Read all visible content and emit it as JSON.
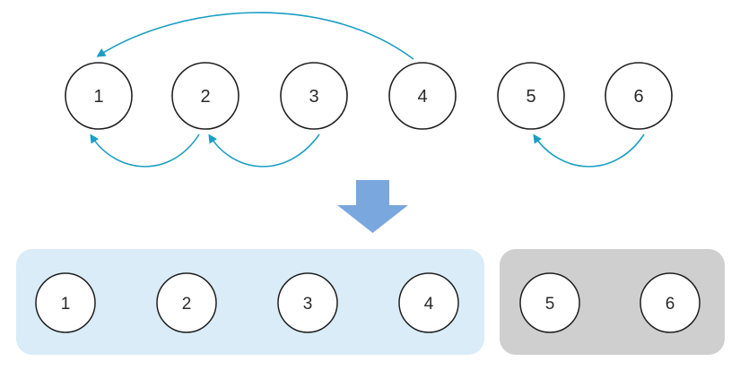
{
  "colors": {
    "edge": "#1a9ec4",
    "node_stroke": "#1f1f1f",
    "node_fill": "#ffffff",
    "arrow": "#7aa7dd",
    "group_a_bg": "#d9ecf8",
    "group_b_bg": "#cfcfcf"
  },
  "top_row": {
    "nodes": [
      {
        "id": "n1",
        "label": "1"
      },
      {
        "id": "n2",
        "label": "2"
      },
      {
        "id": "n3",
        "label": "3"
      },
      {
        "id": "n4",
        "label": "4"
      },
      {
        "id": "n5",
        "label": "5"
      },
      {
        "id": "n6",
        "label": "6"
      }
    ],
    "edges": [
      {
        "from": "4",
        "to": "1"
      },
      {
        "from": "2",
        "to": "1"
      },
      {
        "from": "3",
        "to": "2"
      },
      {
        "from": "6",
        "to": "5"
      }
    ]
  },
  "transform_arrow": {
    "icon": "down-arrow-icon"
  },
  "groups": [
    {
      "id": "group-a",
      "members": [
        "1",
        "2",
        "3",
        "4"
      ]
    },
    {
      "id": "group-b",
      "members": [
        "5",
        "6"
      ]
    }
  ]
}
